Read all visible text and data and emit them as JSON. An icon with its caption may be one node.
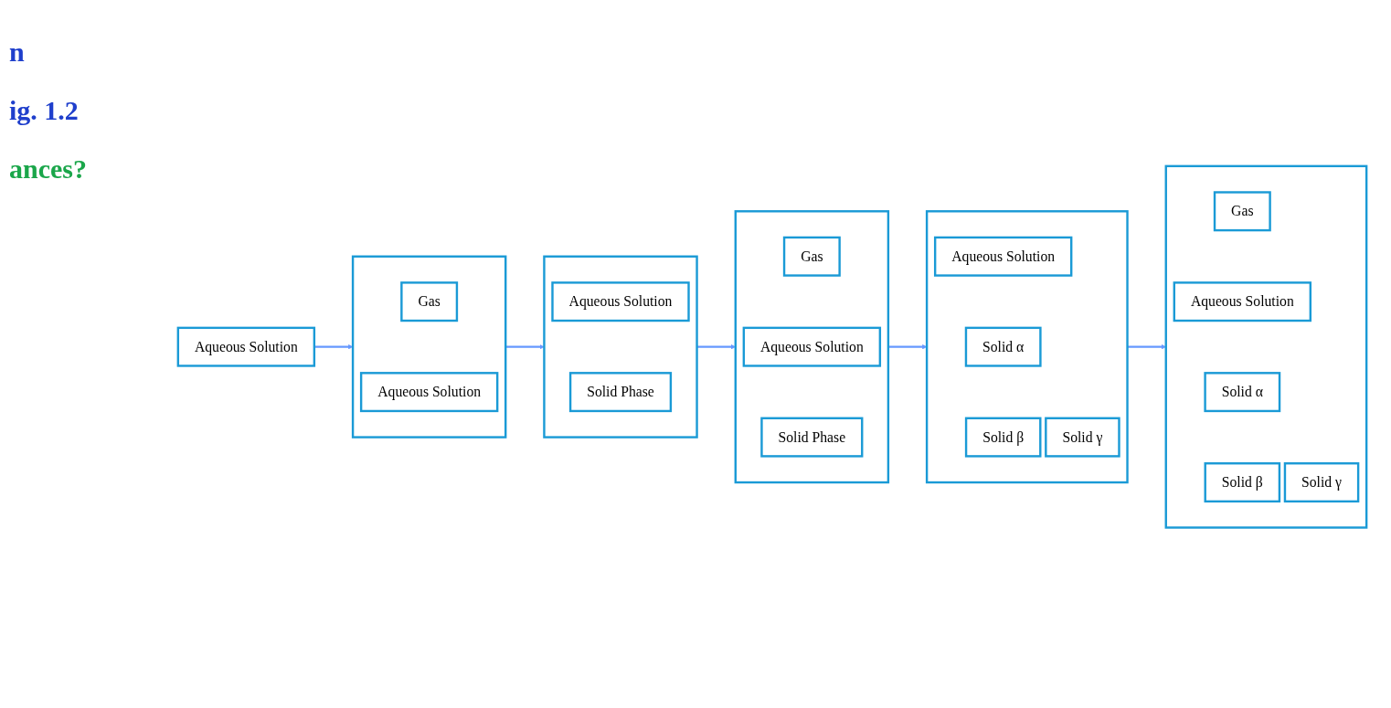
{
  "diagram": {
    "nodes": [
      {
        "text": [
          "Aqueous Solution"
        ]
      },
      {
        "text": [],
        "shape": "box"
      },
      {
        "text": [
          "Gas"
        ],
        "in": 1
      },
      {
        "text": [
          "Aqueous Solution"
        ],
        "in": 1
      },
      {
        "text": [],
        "shape": "box"
      },
      {
        "text": [
          "Aqueous Solution"
        ],
        "in": 4
      },
      {
        "text": [
          "Solid Phase"
        ],
        "in": 4
      },
      {
        "text": [],
        "shape": "box"
      },
      {
        "text": [
          "Gas"
        ],
        "in": 7
      },
      {
        "text": [
          "Aqueous Solution"
        ],
        "in": 7
      },
      {
        "text": [
          "Solid Phase"
        ],
        "in": 7
      },
      {
        "text": [],
        "shape": "box"
      },
      {
        "text": [
          "Gas"
        ],
        "in": 11
      },
      {
        "text": [
          "Aqueous Solution"
        ],
        "in": 11
      },
      {
        "text": [
          "Solid α"
        ],
        "in": 11
      },
      {
        "text": [
          "Solid β"
        ],
        "in": 11
      },
      {
        "text": [
          "Solid γ"
        ],
        "in": 11
      },
      {
        "text": [],
        "shape": "box"
      },
      {
        "text": [
          "Aqueous Solution"
        ],
        "in": 17
      },
      {
        "text": [
          "Solid α"
        ],
        "in": 17
      },
      {
        "text": [
          "Solid β"
        ],
        "in": 17
      },
      {
        "text": [
          "Solid γ"
        ],
        "in": 17
      }
    ],
    "edges": [
      {
        "from": 0,
        "to": 1,
        "arrow": "to"
      },
      {
        "from": 1,
        "to": 4,
        "arrow": "to"
      },
      {
        "from": 4,
        "to": 7,
        "arrow": "to"
      },
      {
        "from": 7,
        "to": 17,
        "arrow": "to"
      },
      {
        "from": 17,
        "to": 11,
        "arrow": "to"
      }
    ],
    "labels": [
      "n",
      "ig. 1.2",
      "ances?"
    ]
  }
}
